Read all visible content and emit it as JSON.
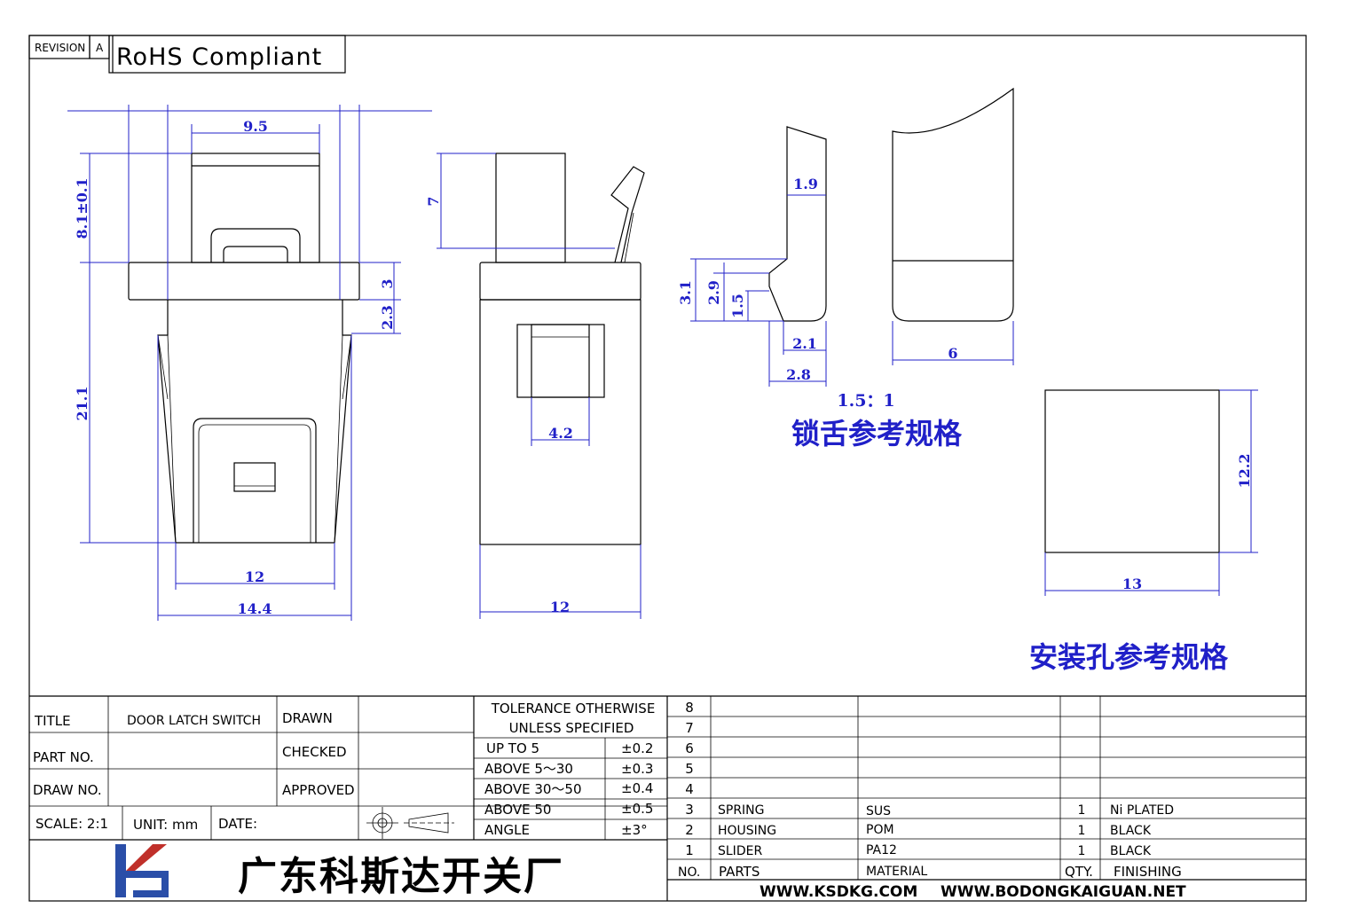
{
  "header": {
    "revision_label": "REVISION",
    "revision_value": "A",
    "rohs": "RoHS  Compliant"
  },
  "dimensions": {
    "front_top_width": "9.5",
    "front_upper_height": "8.1±0.1",
    "front_lower_height": "21.1",
    "front_flange": "3",
    "front_gap": "2.3",
    "front_inner_width": "12",
    "front_outer_width": "14.4",
    "side_top_height": "7",
    "side_window_width": "4.2",
    "side_width": "12",
    "tongue_top": "1.9",
    "tongue_h1": "3.1",
    "tongue_h2": "2.9",
    "tongue_h3": "1.5",
    "tongue_w1": "2.1",
    "tongue_w2": "2.8",
    "tongue_side_width": "6",
    "tongue_scale": "1.5：1",
    "hole_width": "13",
    "hole_height": "12.2"
  },
  "labels": {
    "tongue_ref": "锁舌参考规格",
    "hole_ref": "安装孔参考规格"
  },
  "title_block": {
    "title_label": "TITLE",
    "title_value": "DOOR  LATCH  SWITCH",
    "drawn": "DRAWN",
    "part_no": "PART  NO.",
    "checked": "CHECKED",
    "draw_no": "DRAW  NO.",
    "approved": "APPROVED",
    "scale": "SCALE:  2:1",
    "unit": "UNIT:  mm",
    "date": "DATE:",
    "company": "广东科斯达开关厂"
  },
  "tolerance": {
    "heading1": "TOLERANCE  OTHERWISE",
    "heading2": "UNLESS  SPECIFIED",
    "rows": [
      {
        "range": "UP  TO  5",
        "tol": "±0.2"
      },
      {
        "range": "ABOVE  5～30",
        "tol": "±0.3"
      },
      {
        "range": "ABOVE  30～50",
        "tol": "±0.4"
      },
      {
        "range": "ABOVE  50",
        "tol": "±0.5"
      },
      {
        "range": "ANGLE",
        "tol": "±3°"
      }
    ]
  },
  "bom": {
    "rows": [
      {
        "no": "8",
        "part": "",
        "material": "",
        "qty": "",
        "finish": ""
      },
      {
        "no": "7",
        "part": "",
        "material": "",
        "qty": "",
        "finish": ""
      },
      {
        "no": "6",
        "part": "",
        "material": "",
        "qty": "",
        "finish": ""
      },
      {
        "no": "5",
        "part": "",
        "material": "",
        "qty": "",
        "finish": ""
      },
      {
        "no": "4",
        "part": "",
        "material": "",
        "qty": "",
        "finish": ""
      },
      {
        "no": "3",
        "part": "SPRING",
        "material": "SUS",
        "qty": "1",
        "finish": "Ni  PLATED"
      },
      {
        "no": "2",
        "part": "HOUSING",
        "material": "POM",
        "qty": "1",
        "finish": "BLACK"
      },
      {
        "no": "1",
        "part": "SLIDER",
        "material": "PA12",
        "qty": "1",
        "finish": "BLACK"
      }
    ],
    "header": {
      "no": "NO.",
      "part": "PARTS",
      "material": "MATERIAL",
      "qty": "QTY.",
      "finish": "FINISHING"
    }
  },
  "footer": {
    "url1": "WWW.KSDKG.COM",
    "url2": "WWW.BODONGKAIGUAN.NET"
  },
  "colors": {
    "dimension": "#2020c8",
    "line": "#000000",
    "logo_blue": "#2a4ea8",
    "logo_red": "#c0302a"
  }
}
